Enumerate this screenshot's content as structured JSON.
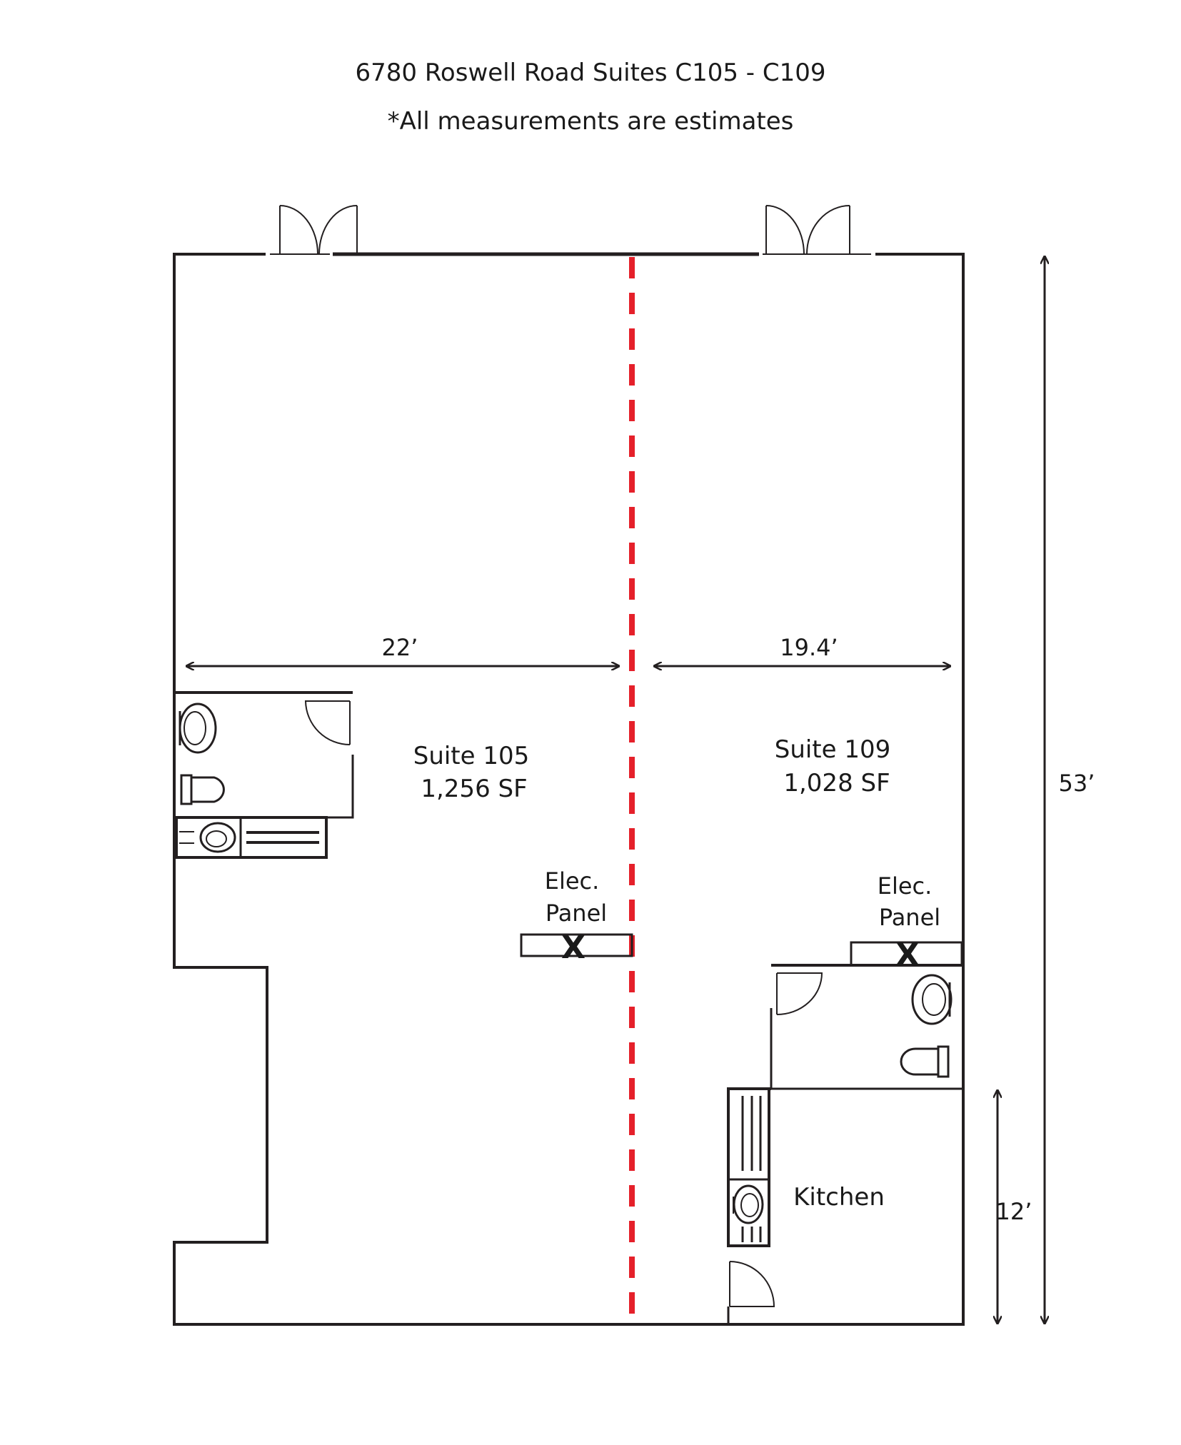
{
  "title": "6780 Roswell Road Suites C105 - C109",
  "subtitle": "*All measurements are estimates",
  "colors": {
    "wall": "#231f20",
    "divider": "#e5202a",
    "background": "#ffffff"
  },
  "dimensions": {
    "suite105_width": "22’",
    "suite109_width": "19.4’",
    "total_depth": "53’",
    "kitchen_depth": "12’"
  },
  "rooms": {
    "suite105": {
      "name": "Suite 105",
      "area": "1,256 SF"
    },
    "suite109": {
      "name": "Suite 109",
      "area": "1,028 SF"
    },
    "kitchen": "Kitchen",
    "elec_panel_left": {
      "line1": "Elec.",
      "line2": "Panel"
    },
    "elec_panel_right": {
      "line1": "Elec.",
      "line2": "Panel"
    },
    "panel_marker": "X"
  }
}
